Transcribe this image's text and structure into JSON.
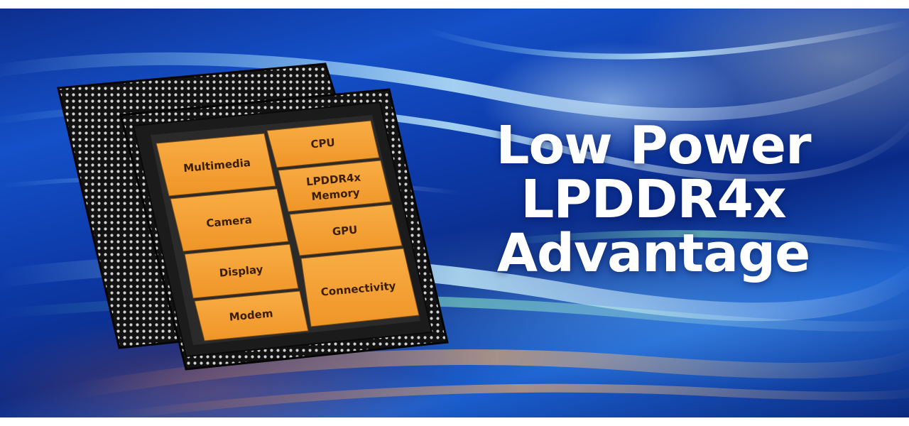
{
  "headline": {
    "line1": "Low Power",
    "line2": "LPDDR4x",
    "line3": "Advantage"
  },
  "chip": {
    "blocks": {
      "multimedia": "Multimedia",
      "camera": "Camera",
      "display": "Display",
      "modem": "Modem",
      "cpu": "CPU",
      "memory_line1": "LPDDR4x",
      "memory_line2": "Memory",
      "gpu": "GPU",
      "connectivity": "Connectivity"
    }
  },
  "colors": {
    "block_orange": "#f5a235",
    "chip_black": "#141414",
    "background_blue": "#1450c8",
    "headline_white": "#ffffff"
  }
}
